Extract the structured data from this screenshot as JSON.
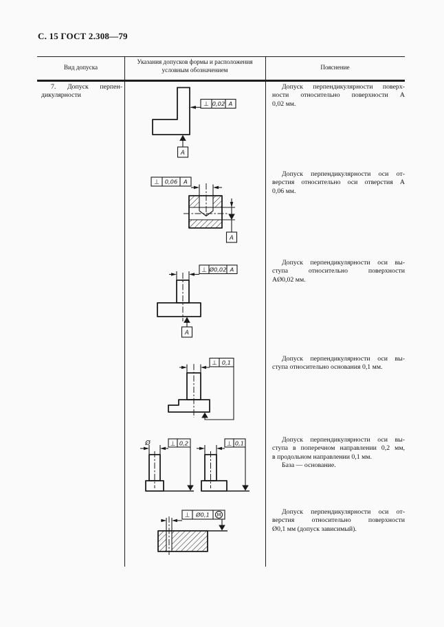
{
  "page": {
    "header_title": "С. 15 ГОСТ 2.308—79"
  },
  "table": {
    "col1_header": "Вид допуска",
    "col2_header_lines": [
      "Указания допусков формы и расположения",
      "условным обозначением"
    ],
    "col3_header": "Пояснение",
    "row_label_lines": [
      "7. Допуск перпен-",
      "дикулярности"
    ]
  },
  "drawings": [
    {
      "frame": {
        "symbol": "⊥",
        "value": "0,02",
        "datum": "A"
      },
      "datum_box": "A"
    },
    {
      "frame": {
        "symbol": "⊥",
        "value": "0,06",
        "datum": "A"
      },
      "datum_box": "A"
    },
    {
      "frame": {
        "symbol": "⊥",
        "value": "Ø0,02",
        "datum": "A"
      },
      "datum_box": "A"
    },
    {
      "frame": {
        "symbol": "⊥",
        "value": "0,1"
      }
    },
    {
      "dim_label": "Ø",
      "frame_left": {
        "symbol": "⊥",
        "value": "0,2"
      },
      "frame_right": {
        "symbol": "⊥",
        "value": "0,1"
      }
    },
    {
      "frame": {
        "symbol": "⊥",
        "value": "Ø0,1",
        "modifier": "M"
      }
    }
  ],
  "explanations": [
    {
      "lines": [
        "Допуск перпендикулярности поверх-",
        "ности относительно поверхности А",
        "0,02 мм."
      ]
    },
    {
      "lines": [
        "Допуск перпендикулярности оси от-",
        "верстия относительно оси отверстия А",
        "0,06 мм."
      ]
    },
    {
      "lines": [
        "Допуск перпендикулярности оси вы-",
        "ступа относительно поверхности",
        "АØ0,02 мм."
      ]
    },
    {
      "lines": [
        "Допуск перпендикулярности оси вы-",
        "ступа относительно основания 0,1 мм."
      ]
    },
    {
      "lines": [
        "Допуск перпендикулярности оси вы-",
        "ступа в поперечном направлении 0,2 мм,",
        "в продольном направлении 0,1 мм."
      ],
      "note_lines": [
        "База — основание."
      ]
    },
    {
      "lines": [
        "Допуск перпендикулярности оси от-",
        "верстия относительно поверхности",
        "Ø0,1 мм (допуск зависимый)."
      ]
    }
  ]
}
